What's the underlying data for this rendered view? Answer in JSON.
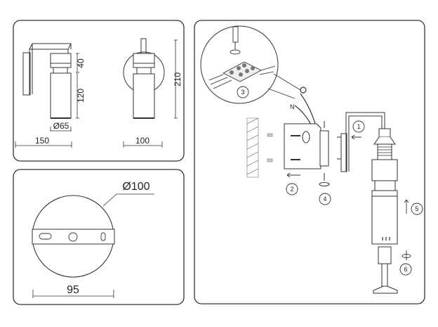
{
  "top_left_panel": {
    "height_40": "40",
    "height_120": "120",
    "diameter_65": "Ø65",
    "width_150": "150",
    "width_100": "100",
    "height_210": "210"
  },
  "bottom_left_panel": {
    "plate_diameter": "Ø100",
    "plate_width": "95"
  },
  "right_panel": {
    "wire_label_n": "N",
    "steps": [
      "1",
      "2",
      "3",
      "4",
      "5",
      "6"
    ]
  }
}
